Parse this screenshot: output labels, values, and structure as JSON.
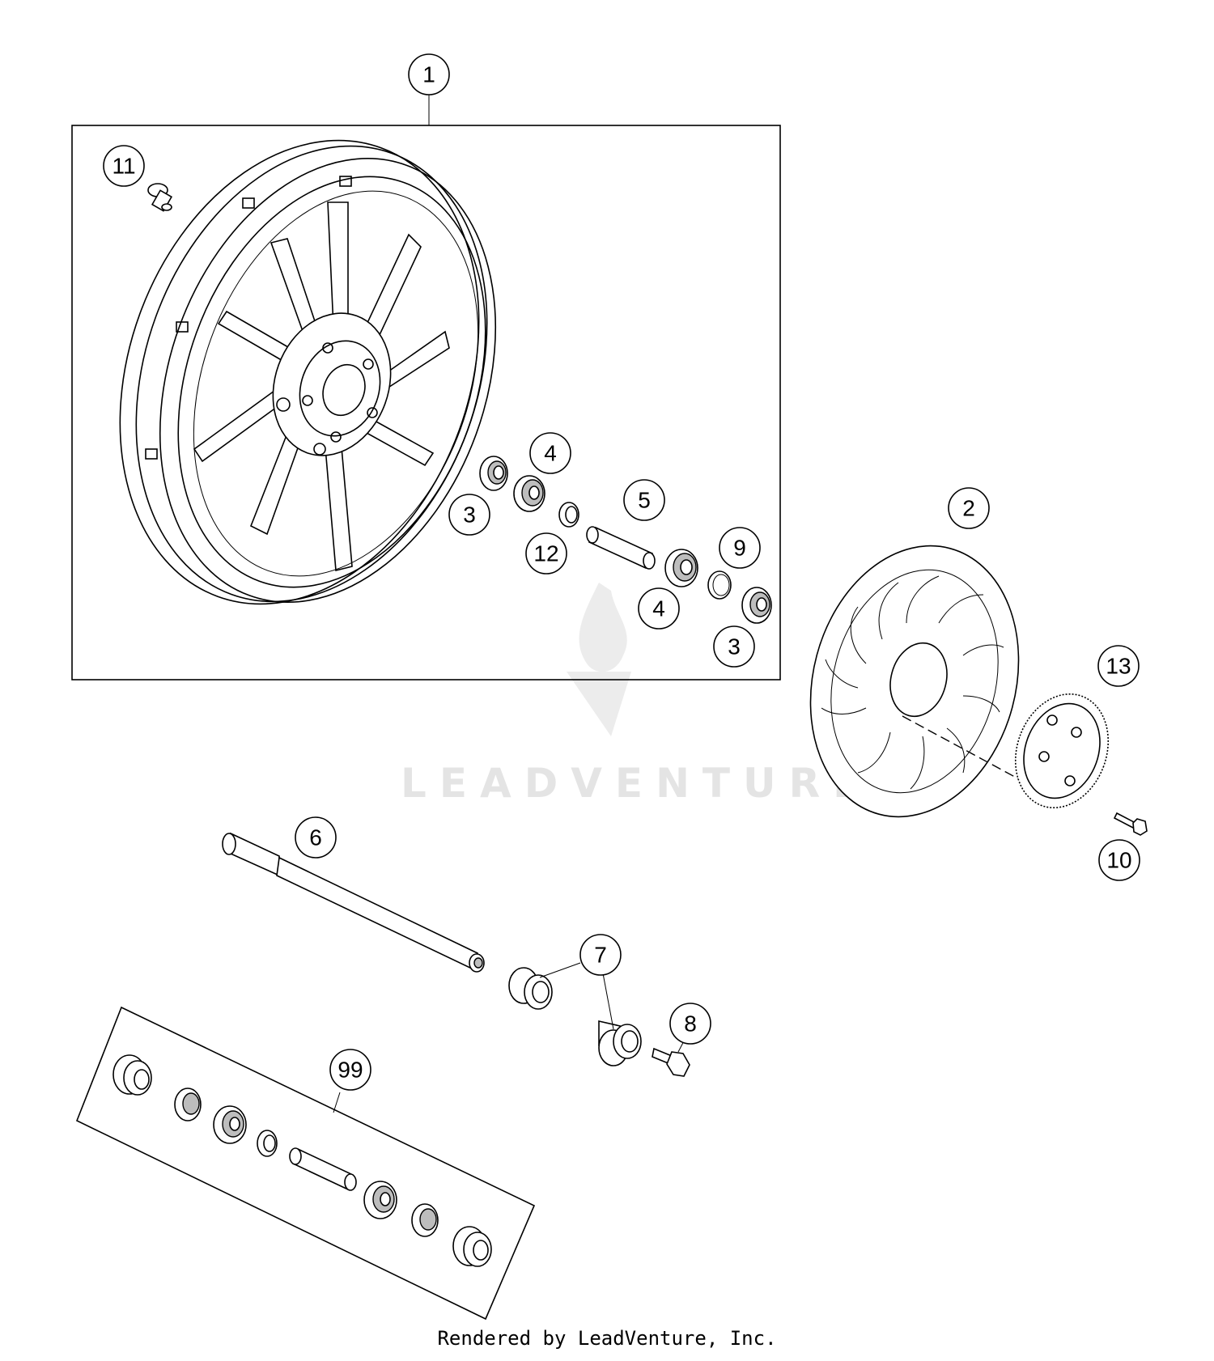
{
  "diagram": {
    "callouts": [
      "1",
      "2",
      "3",
      "4",
      "5",
      "12",
      "4",
      "9",
      "3",
      "13",
      "10",
      "6",
      "7",
      "8",
      "11",
      "99"
    ],
    "watermark": "LEADVENTURE"
  },
  "footer": {
    "credit": "Rendered by LeadVenture, Inc."
  }
}
